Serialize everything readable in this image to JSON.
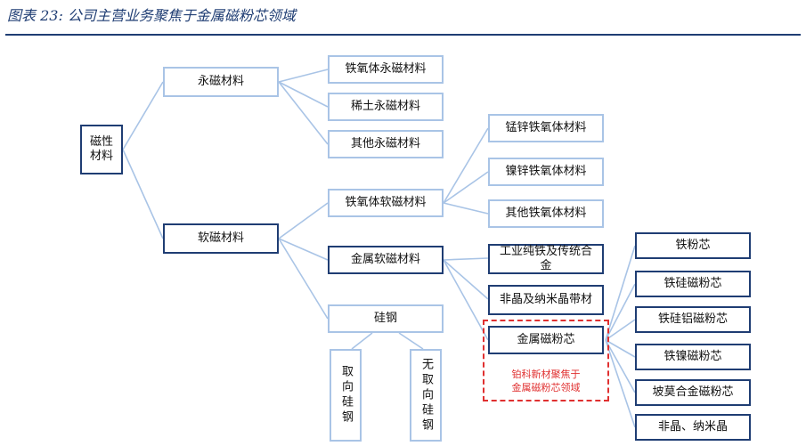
{
  "title": "图表 23:  公司主营业务聚焦于金属磁粉芯领域",
  "nodes": {
    "root": "磁性\n材料",
    "permanent": "永磁材料",
    "soft": "软磁材料",
    "ferrite_pm": "铁氧体永磁材料",
    "rare_earth_pm": "稀土永磁材料",
    "other_pm": "其他永磁材料",
    "ferrite_soft": "铁氧体软磁材料",
    "metal_soft": "金属软磁材料",
    "silicon_steel": "硅钢",
    "mnzn": "锰锌铁氧体材料",
    "nizn": "镍锌铁氧体材料",
    "other_ferrite": "其他铁氧体材料",
    "pure_iron": "工业纯铁及传统合金",
    "amorphous_strip": "非晶及纳米晶带材",
    "metal_powder_core": "金属磁粉芯",
    "grain_oriented": "取向硅钢",
    "non_oriented": "无取向硅钢",
    "iron_powder": "铁粉芯",
    "fesi_powder": "铁硅磁粉芯",
    "fesial_powder": "铁硅铝磁粉芯",
    "feni_powder": "铁镍磁粉芯",
    "permalloy_powder": "坡莫合金磁粉芯",
    "amorphous_nano": "非晶、纳米晶"
  },
  "note": "铂科新材聚焦于\n金属磁粉芯领域",
  "colors": {
    "dark": "#1f3d73",
    "light": "#a9c4e6",
    "highlight": "#e03030"
  }
}
